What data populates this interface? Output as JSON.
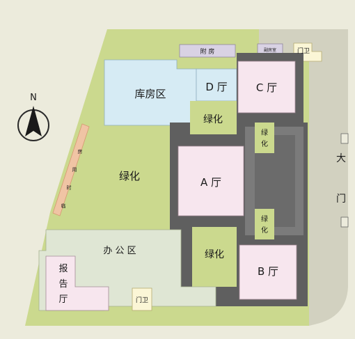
{
  "map": {
    "compass": {
      "letter": "N"
    },
    "labels": {
      "warehouse": "库房区",
      "hall_d": "D 厅",
      "hall_c": "C 厅",
      "hall_a": "A 厅",
      "hall_b": "B 厅",
      "annex": "附 房",
      "annex_small": "副房室",
      "guard_top": "门卫",
      "guard_bottom": "门卫",
      "office": "办 公 区",
      "report_1": "报",
      "report_2": "告",
      "report_3": "厅",
      "green_left": "绿化",
      "green_mid_top": "绿化",
      "green_mid_bottom": "绿化",
      "green_corr_top_1": "绿",
      "green_corr_top_2": "化",
      "green_corr_bot_1": "绿",
      "green_corr_bot_2": "化",
      "temp_1": "临",
      "temp_2": "时",
      "temp_3": "用",
      "temp_4": "房",
      "gate_1": "大",
      "gate_2": "门"
    },
    "colors": {
      "background": "#ecebdc",
      "green": "#cbd98e",
      "road": "#d2d1c0",
      "dark": "#5f5f5f",
      "mid_dark": "#7b7b7b",
      "hall": "#f7e6ee",
      "warehouse": "#d6ebf4",
      "office": "#dfe6d4",
      "annex": "#d9d2e4",
      "temp": "#f0c4a4",
      "guard": "#fbf6d6"
    }
  }
}
